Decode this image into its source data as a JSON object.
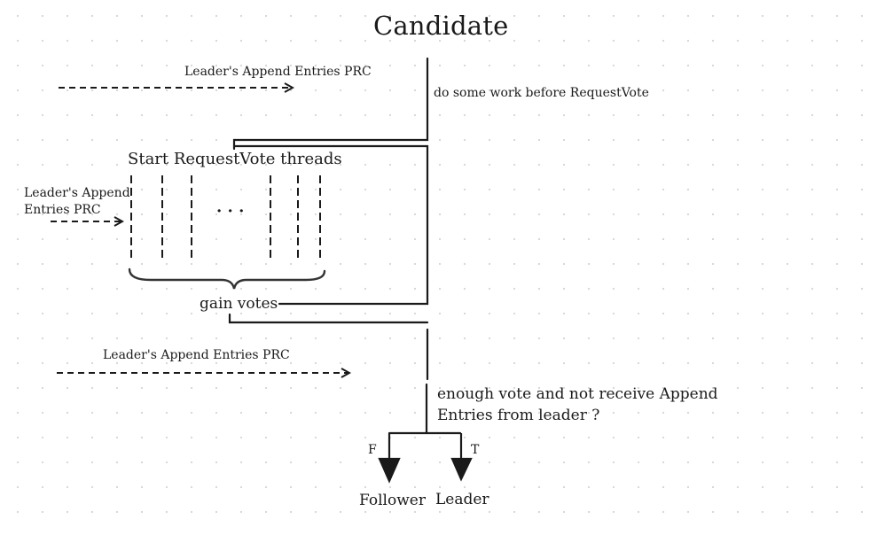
{
  "diagram": {
    "title": "Candidate",
    "labels": {
      "top_append_rpc": "Leader's Append Entries PRC",
      "pre_work": "do some work before RequestVote",
      "start_threads": "Start RequestVote threads",
      "side_append_rpc": "Leader's Append Entries PRC",
      "ellipsis": "· · ·",
      "gain_votes": "gain votes",
      "bottom_append_rpc": "Leader's Append Entries PRC",
      "condition": "enough vote and not receive Append Entries from leader ?",
      "false_branch": "F",
      "true_branch": "T",
      "follower": "Follower",
      "leader": "Leader"
    },
    "colors": {
      "stroke": "#1a1a1a",
      "grid_dot": "#d9d9d9",
      "background": "#ffffff"
    }
  }
}
